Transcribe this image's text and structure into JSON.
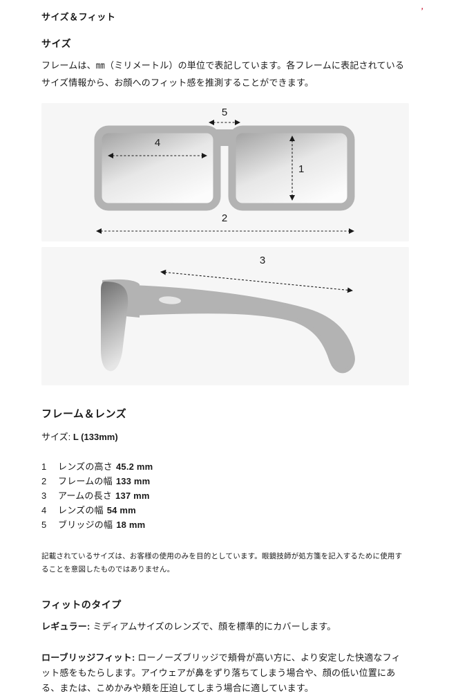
{
  "header": {
    "title": "サイズ＆フィット",
    "accent_mark": "’"
  },
  "size_section": {
    "heading": "サイズ",
    "description": "フレームは、㎜（ミリメートル）の単位で表記しています。各フレームに表記されているサイズ情報から、お顔へのフィット感を推測することができます。"
  },
  "diagram": {
    "front_labels": {
      "lens_height": "1",
      "frame_width": "2",
      "lens_width": "4",
      "bridge_width": "5"
    },
    "side_labels": {
      "arm_length": "3"
    },
    "colors": {
      "box_background": "#f6f6f6",
      "frame": "#b3b3b3",
      "arrow": "#1a1a1a",
      "logo": "#e6e6e6"
    }
  },
  "frame_lens_section": {
    "heading": "フレーム＆レンズ",
    "size_label": "サイズ:",
    "size_value": "L (133mm)",
    "measurements": [
      {
        "num": "1",
        "label": "レンズの高さ",
        "value": "45.2 mm"
      },
      {
        "num": "2",
        "label": "フレームの幅",
        "value": "133 mm"
      },
      {
        "num": "3",
        "label": "アームの長さ",
        "value": "137 mm"
      },
      {
        "num": "4",
        "label": "レンズの幅",
        "value": "54 mm"
      },
      {
        "num": "5",
        "label": "ブリッジの幅",
        "value": "18 mm"
      }
    ],
    "disclaimer": "記載されているサイズは、お客様の使用のみを目的としています。眼鏡技師が処方箋を記入するために使用することを意図したものではありません。"
  },
  "fit_section": {
    "heading": "フィットのタイプ",
    "types": [
      {
        "name": "レギュラー:",
        "description": " ミディアムサイズのレンズで、顔を標準的にカバーします。"
      },
      {
        "name": "ローブリッジフィット:",
        "description": " ローノーズブリッジで頬骨が高い方に、より安定した快適なフィット感をもたらします。アイウェアが鼻をずり落ちてしまう場合や、顔の低い位置にある、または、こめかみや頬を圧迫してしまう場合に適しています。"
      }
    ]
  }
}
